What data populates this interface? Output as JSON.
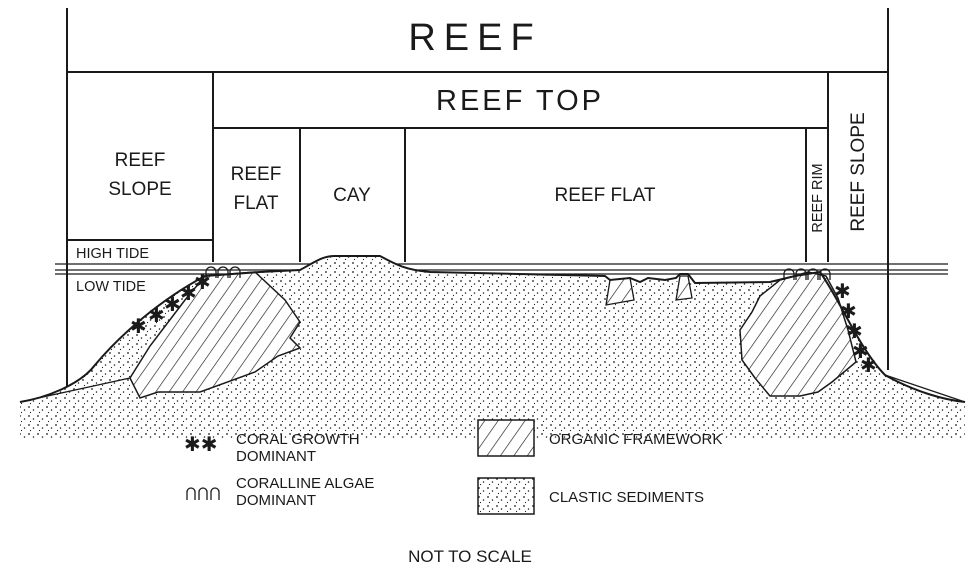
{
  "header": {
    "reef": "REEF",
    "reef_top": "REEF TOP"
  },
  "zones": {
    "reef_slope_left_line1": "REEF",
    "reef_slope_left_line2": "SLOPE",
    "reef_flat_left_line1": "REEF",
    "reef_flat_left_line2": "FLAT",
    "cay": "CAY",
    "reef_flat_center": "REEF FLAT",
    "reef_rim": "REEF RIM",
    "reef_slope_right": "REEF SLOPE"
  },
  "tides": {
    "high": "HIGH TIDE",
    "low": "LOW TIDE"
  },
  "legend": {
    "coral_symbol": "✱✱",
    "coral_line1": "CORAL GROWTH",
    "coral_line2": "DOMINANT",
    "algae_symbol": "ՈՈՈ",
    "algae_line1": "CORALLINE ALGAE",
    "algae_line2": "DOMINANT",
    "organic": "ORGANIC FRAMEWORK",
    "clastic": "CLASTIC SEDIMENTS"
  },
  "footer": {
    "note": "NOT TO SCALE"
  }
}
